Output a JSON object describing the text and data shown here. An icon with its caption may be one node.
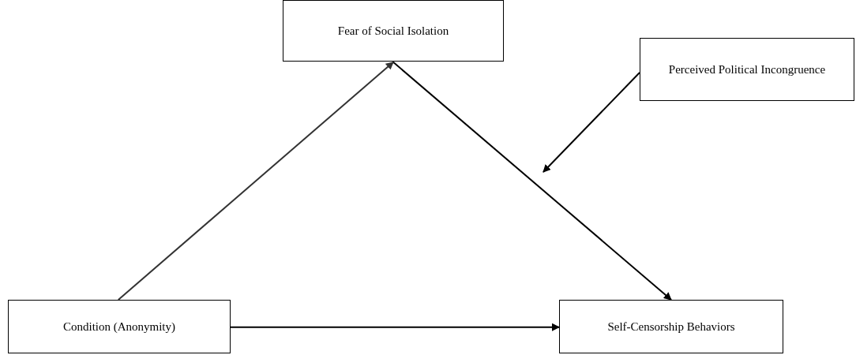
{
  "diagram": {
    "nodes": [
      {
        "text": [
          "Fear of Social Isolation"
        ]
      },
      {
        "text": [
          "Perceived Political Incongruence"
        ]
      },
      {
        "text": [
          "Condition (Anonymity)"
        ]
      },
      {
        "text": [
          "Self-Censorship Behaviors"
        ]
      }
    ],
    "edges": [
      {
        "from": 2,
        "to": 0,
        "arrow": "to",
        "color": "#333333"
      },
      {
        "from": 0,
        "to": 3,
        "arrow": "to"
      },
      {
        "from": 2,
        "to": 3,
        "arrow": "to"
      },
      {
        "from": 1,
        "to": null,
        "arrow": "to"
      }
    ]
  }
}
